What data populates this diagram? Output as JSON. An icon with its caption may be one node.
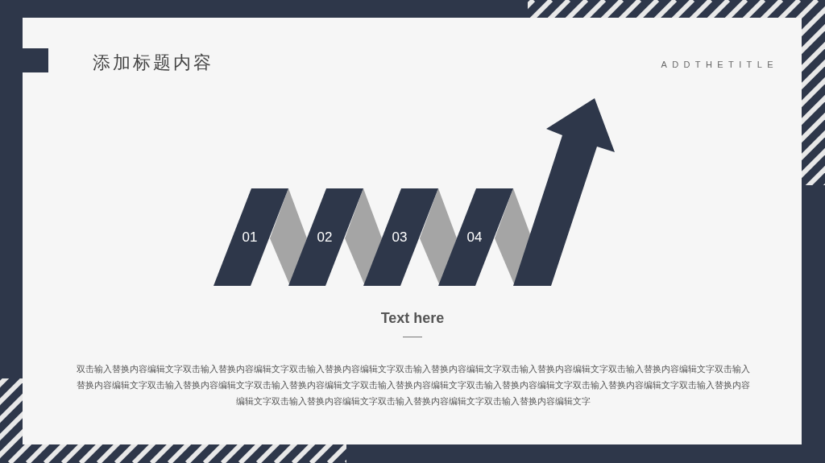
{
  "diagram": {
    "title": "添加标题内容",
    "nodes": [
      {
        "text": [
          "01"
        ]
      },
      {
        "text": [],
        "shape": "diamond"
      },
      {
        "text": [
          "02"
        ]
      },
      {
        "text": [],
        "shape": "diamond"
      },
      {
        "text": [
          "03"
        ]
      },
      {
        "text": [],
        "shape": "diamond"
      },
      {
        "text": [
          "04"
        ]
      },
      {
        "text": [],
        "shape": "diamond"
      },
      {
        "text": [],
        "shape": "arrow"
      }
    ],
    "labels": [
      "ADDTHETITLE",
      "Text here",
      "双击输入替换内容编辑文字双击输入替换内容编辑文字双击输入替换内容编辑文字双击输入替换内容编辑文字双击输入替换内容编辑文字双击输入替换内容编辑文字双击输入替换内容编辑文字双击输入替换内容编辑文字双击输入替换内容编辑文字双击输入替换内容编辑文字双击输入替换内容编辑文字双击输入替换内容编辑文字双击输入替换内容编辑文字双击输入替换内容编辑文字双击输入替换内容编辑文字双击输入替换内容编辑文字"
    ]
  }
}
